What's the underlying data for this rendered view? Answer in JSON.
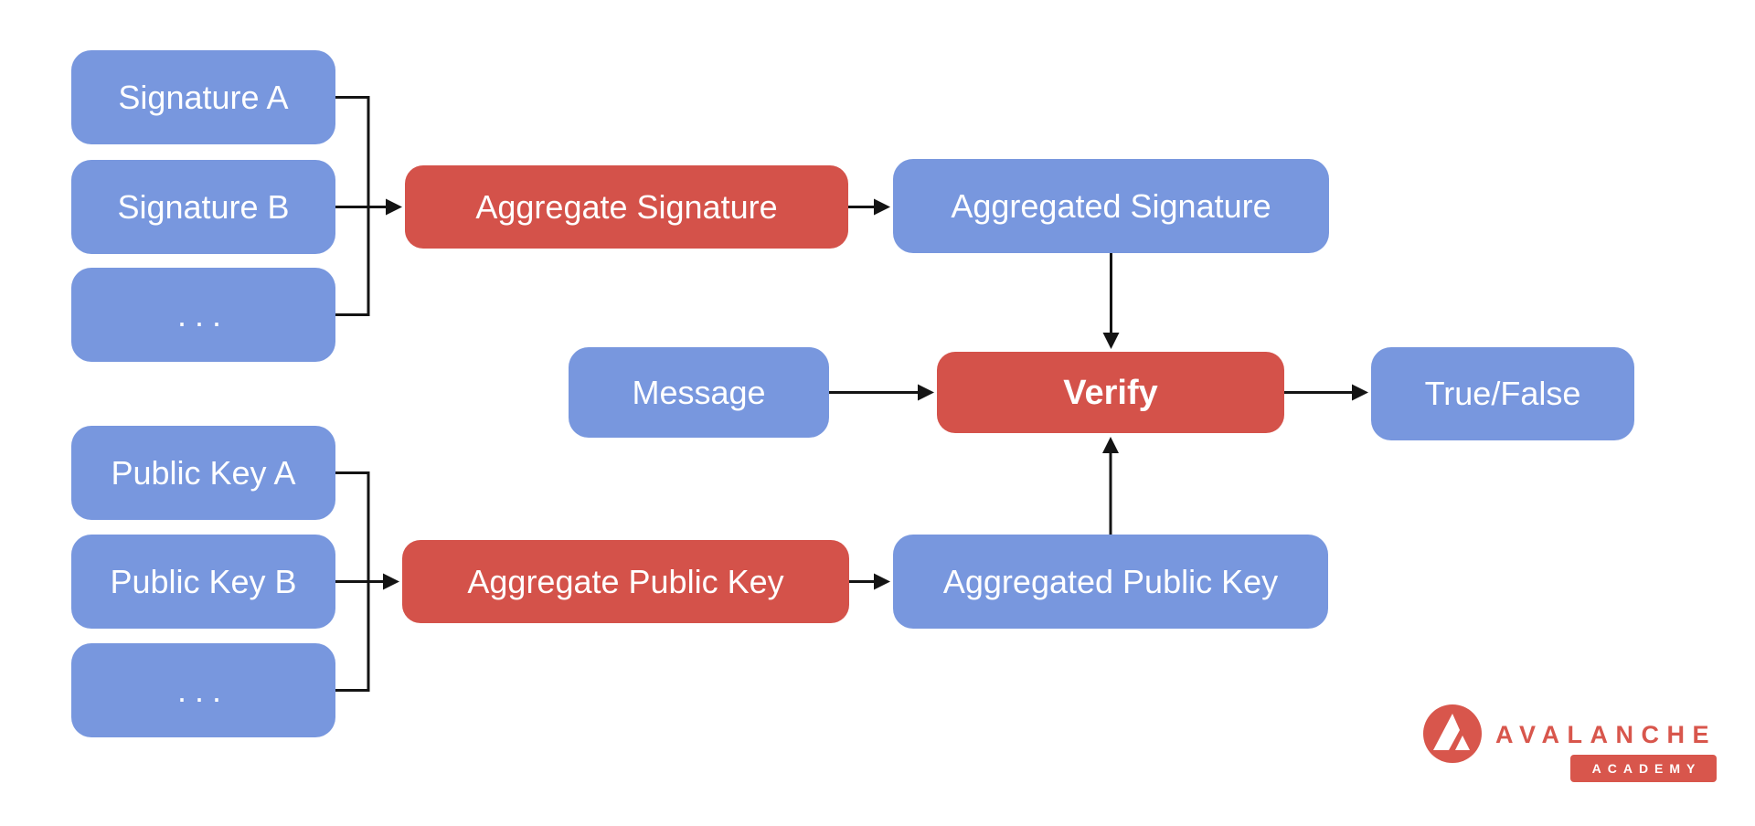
{
  "title": "BLS signature aggregation and verification diagram",
  "colors": {
    "node_blue": "#7897DE",
    "node_red": "#D4524A",
    "arrow": "#141414",
    "logo_red": "#D8564C",
    "text_white": "#FFFFFF"
  },
  "nodes": {
    "signature_a": "Signature A",
    "signature_b": "Signature B",
    "signature_more": "...",
    "aggregate_signature": "Aggregate Signature",
    "aggregated_signature": "Aggregated Signature",
    "message": "Message",
    "verify": "Verify",
    "true_false": "True/False",
    "public_key_a": "Public Key A",
    "public_key_b": "Public Key B",
    "public_key_more": "...",
    "aggregate_public_key": "Aggregate Public Key",
    "aggregated_public_key": "Aggregated Public Key"
  },
  "logo": {
    "brand": "AVALANCHE",
    "badge": "ACADEMY"
  }
}
